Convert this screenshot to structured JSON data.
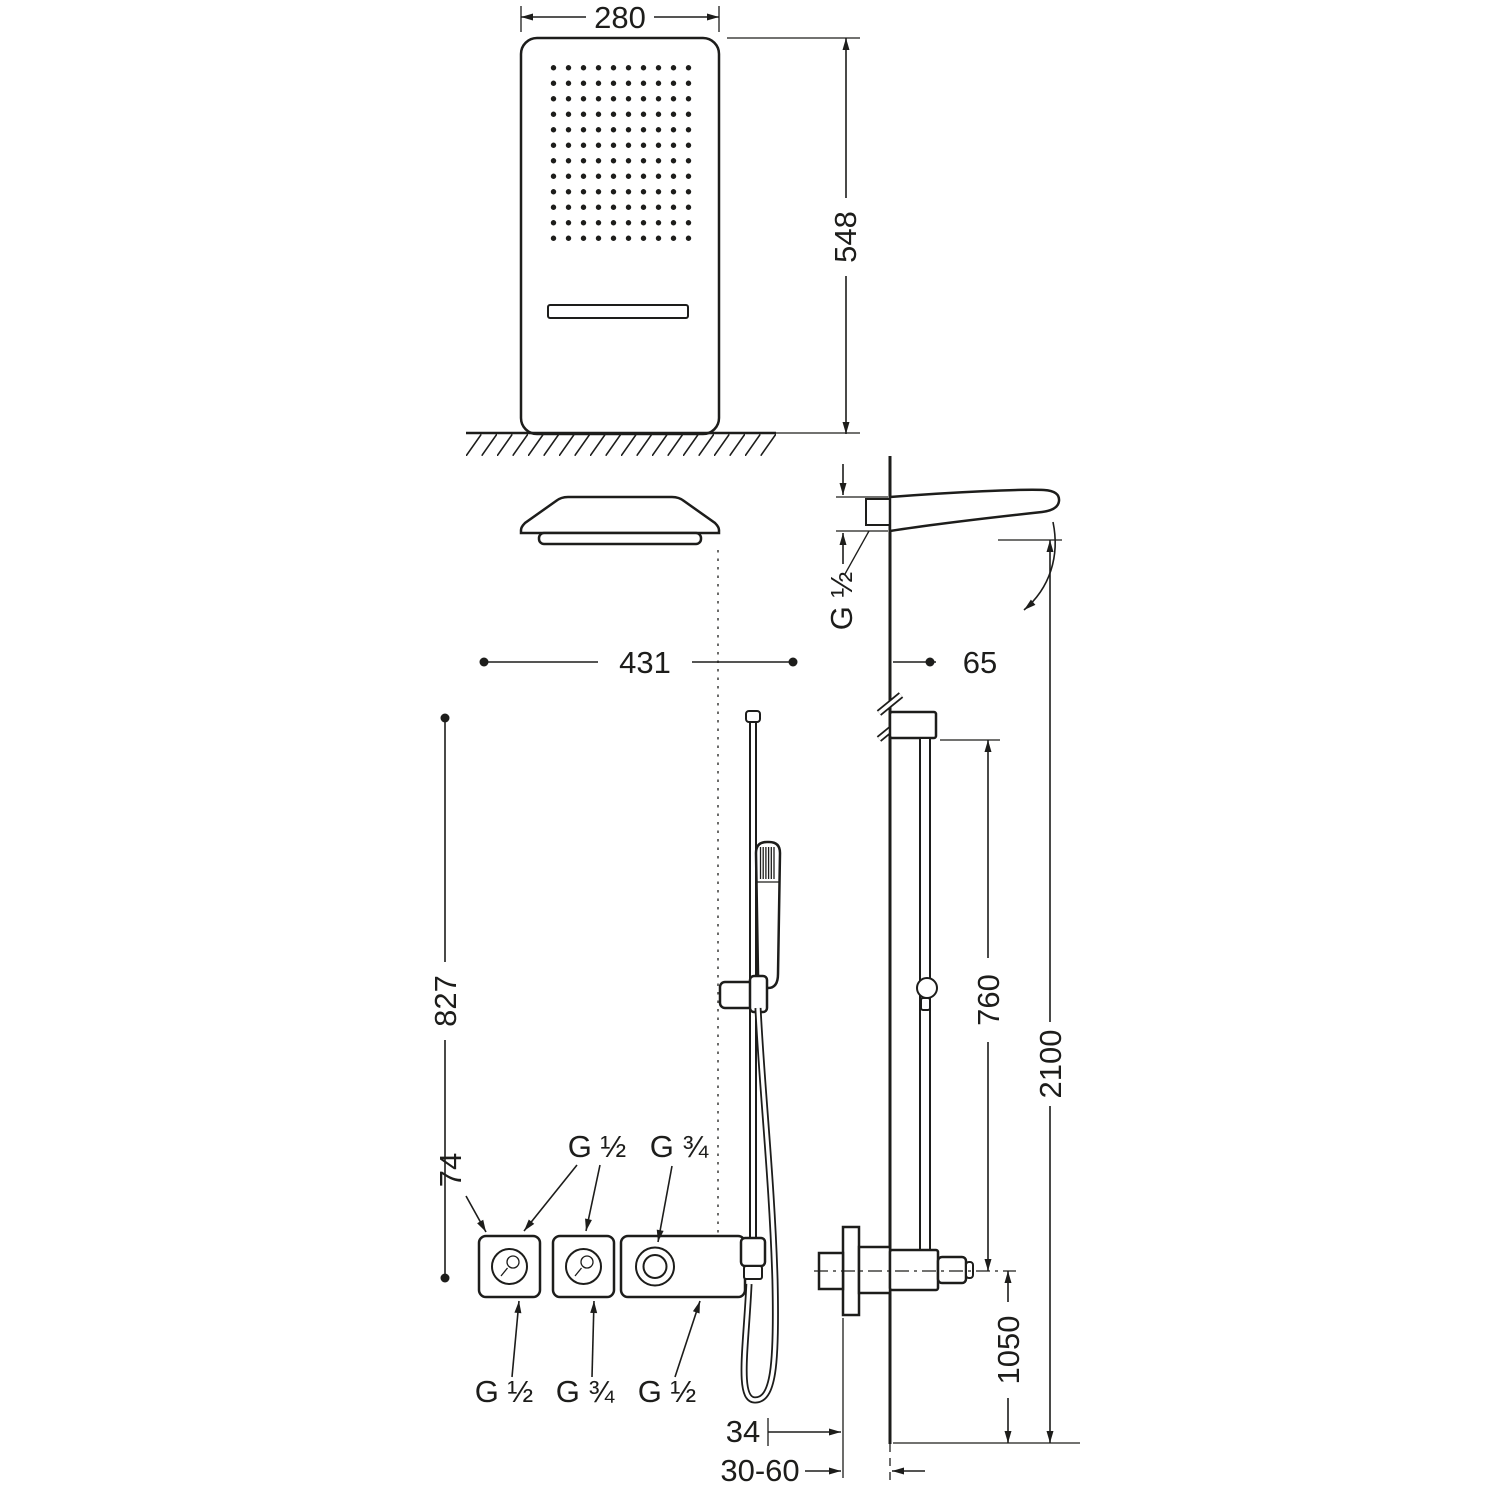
{
  "page": {
    "background": "#ffffff",
    "line_color": "#1d1d1b",
    "drawing_type": "shower-system-installation-dimensions"
  },
  "front_view": {
    "dim_width": "280",
    "dim_height": "548"
  },
  "layout_dims": {
    "head_to_rail": "431",
    "wall_to_rail": "65",
    "valve_to_rail_top": "827"
  },
  "side_view": {
    "spout_connection": "G ½",
    "rail_length": "760",
    "spout_height": "2100",
    "valve_height": "1050",
    "outlet_offset": "34",
    "recess_depth": "30-60"
  },
  "valve_group": {
    "body_size": "74",
    "top_connection_g12": "G ½",
    "top_connection_g34": "G ¾",
    "bottom_connection_left": "G ½",
    "bottom_connection_mid": "G ¾",
    "bottom_connection_right": "G ½"
  }
}
